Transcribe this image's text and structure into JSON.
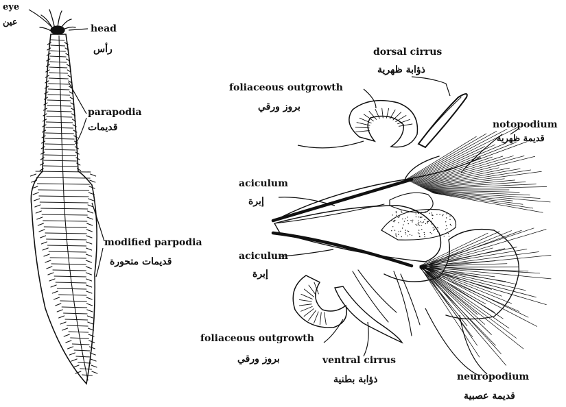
{
  "labels": {
    "eye": {
      "en": "eye",
      "ar": "عين"
    },
    "head": {
      "en": "head",
      "ar": "رأس"
    },
    "parapodia": {
      "en": "parapodia",
      "ar": "قديمات"
    },
    "modified_parapodia": {
      "en": "modified parpodia",
      "ar": "قديمات متحورة"
    },
    "dorsal_cirrus": {
      "en": "dorsal cirrus",
      "ar": "ذؤابة ظهرية"
    },
    "foliaceous_top": {
      "en": "foliaceous outgrowth",
      "ar": "بروز ورقي"
    },
    "notopodium": {
      "en": "notopodium",
      "ar": "قديمة ظهرية"
    },
    "aciculum_top": {
      "en": "aciculum",
      "ar": "إبرة"
    },
    "aciculum_bottom": {
      "en": "aciculum",
      "ar": "إبرة"
    },
    "foliaceous_bottom": {
      "en": "foliaceous outgrowth",
      "ar": "بروز ورقي"
    },
    "ventral_cirrus": {
      "en": "ventral cirrus",
      "ar": "ذؤابة بطنية"
    },
    "neuropodium": {
      "en": "neuropodium",
      "ar": "قديمة عصبية"
    }
  },
  "colors": {
    "ink": "#111111",
    "paper": "#ffffff"
  }
}
